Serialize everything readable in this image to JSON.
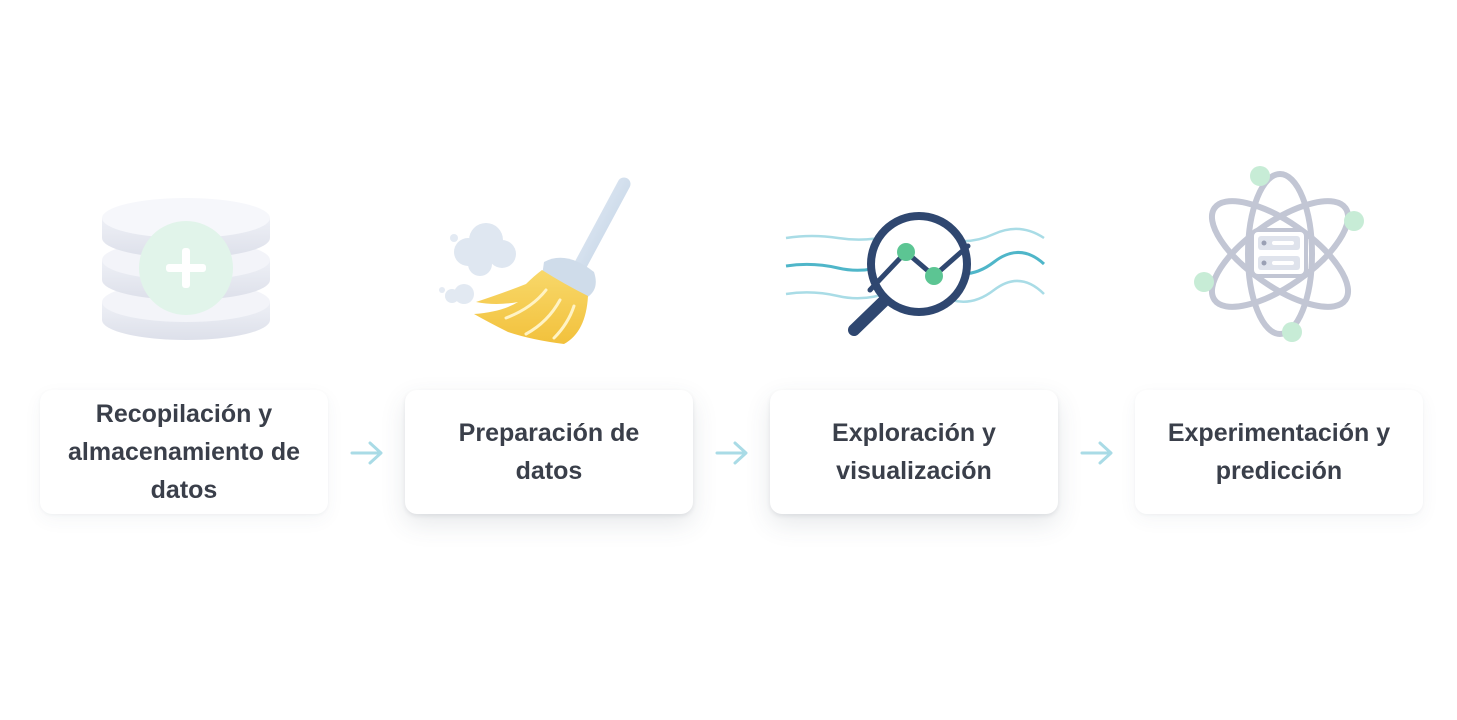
{
  "steps": [
    {
      "label": "Recopilación y\nalmacenamiento de\ndatos",
      "icon": "database-add-icon"
    },
    {
      "label": "Preparación de\ndatos",
      "icon": "broom-icon"
    },
    {
      "label": "Exploración y\nvisualización",
      "icon": "magnifier-chart-icon"
    },
    {
      "label": "Experimentación y\npredicción",
      "icon": "atom-server-icon"
    }
  ],
  "connector_icon": "arrow-right-icon",
  "colors": {
    "text": "#3a3f4a",
    "arrow": "#a9dbe6",
    "accent_green": "#5cc593",
    "accent_yellow": "#f5c94a",
    "accent_navy": "#2f4770",
    "accent_teal": "#4fb6c9"
  }
}
